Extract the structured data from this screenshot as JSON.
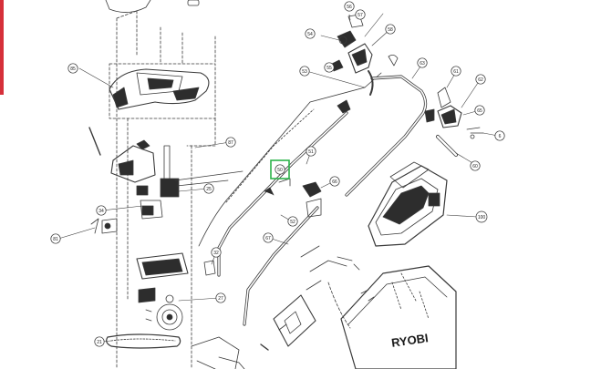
{
  "colors": {
    "line": "#3a3a3a",
    "dash": "#555555",
    "part_fill": "#2d2d2d",
    "accent_bar": "#d6303a",
    "highlight": "#2cb34a"
  },
  "highlighted_callout": "50",
  "brand": "RYOBI",
  "callouts": [
    {
      "id": "56",
      "label": "56"
    },
    {
      "id": "57",
      "label": "57"
    },
    {
      "id": "54",
      "label": "54"
    },
    {
      "id": "58",
      "label": "58"
    },
    {
      "id": "55",
      "label": "55"
    },
    {
      "id": "85",
      "label": "85"
    },
    {
      "id": "53",
      "label": "53"
    },
    {
      "id": "63",
      "label": "63"
    },
    {
      "id": "61",
      "label": "61"
    },
    {
      "id": "62",
      "label": "62"
    },
    {
      "id": "65",
      "label": "65"
    },
    {
      "id": "6",
      "label": "6"
    },
    {
      "id": "87",
      "label": "87"
    },
    {
      "id": "51",
      "label": "51"
    },
    {
      "id": "50",
      "label": "50"
    },
    {
      "id": "60",
      "label": "60"
    },
    {
      "id": "66",
      "label": "66"
    },
    {
      "id": "25",
      "label": "25"
    },
    {
      "id": "34",
      "label": "34"
    },
    {
      "id": "52",
      "label": "52"
    },
    {
      "id": "100",
      "label": "100"
    },
    {
      "id": "81",
      "label": "81"
    },
    {
      "id": "67",
      "label": "67"
    },
    {
      "id": "32",
      "label": "32"
    },
    {
      "id": "27",
      "label": "27"
    },
    {
      "id": "21",
      "label": "21"
    }
  ]
}
